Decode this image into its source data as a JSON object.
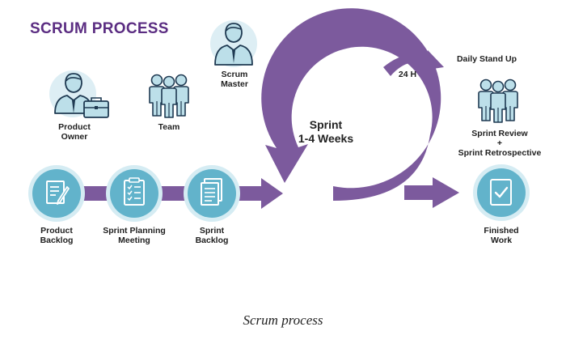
{
  "title": "SCRUM PROCESS",
  "colors": {
    "purple": "#7c5a9d",
    "title_purple": "#5b2d82",
    "circle_fill": "#62b3cb",
    "circle_ring": "#d5ecf3",
    "person_fill": "#bcdfe9",
    "person_stroke": "#1f3a52"
  },
  "roles": {
    "product_owner": [
      "Product",
      "Owner"
    ],
    "team": "Team",
    "scrum_master": [
      "Scrum",
      "Master"
    ]
  },
  "stages": {
    "product_backlog": [
      "Product",
      "Backlog"
    ],
    "sprint_planning": [
      "Sprint Planning",
      "Meeting"
    ],
    "sprint_backlog": [
      "Sprint",
      "Backlog"
    ],
    "finished_work": [
      "Finished",
      "Work"
    ]
  },
  "sprint": {
    "line1": "Sprint",
    "line2": "1-4 Weeks"
  },
  "daily": {
    "cycle": "24 H",
    "label": "Daily Stand Up"
  },
  "review": [
    "Sprint Review",
    "+",
    "Sprint Retrospective"
  ],
  "caption": "Scrum process",
  "icons": {
    "product_owner": "person-with-briefcase-icon",
    "team": "team-icon",
    "scrum_master": "person-with-tie-icon",
    "product_backlog": "document-pencil-icon",
    "sprint_planning": "checklist-icon",
    "sprint_backlog": "documents-stack-icon",
    "finished_work": "document-check-icon",
    "review": "team-icon"
  }
}
